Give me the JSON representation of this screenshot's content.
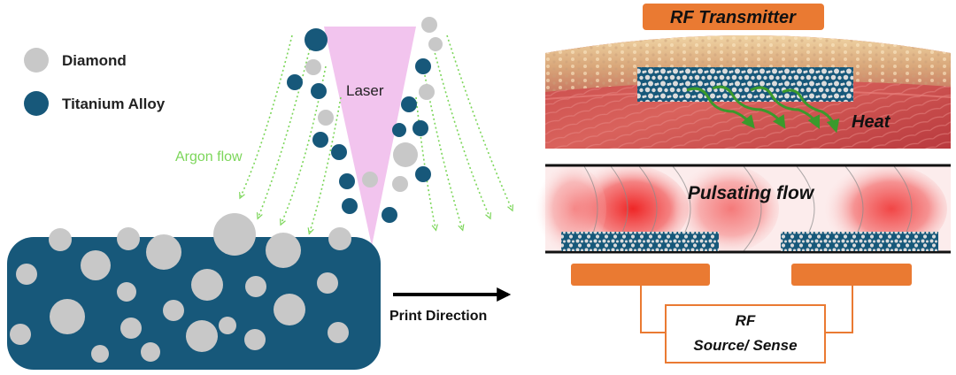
{
  "legend": {
    "items": [
      {
        "label": "Diamond",
        "color": "#c8c8c8"
      },
      {
        "label": "Titanium Alloy",
        "color": "#17587a"
      }
    ]
  },
  "process": {
    "laser_label": "Laser",
    "gas_label": "Argon flow",
    "direction_label": "Print Direction"
  },
  "implant": {
    "transmitter_label": "RF Transmitter",
    "heat_label": "Heat",
    "flow_label": "Pulsating flow",
    "source_line1": "RF",
    "source_line2": "Source/ Sense"
  },
  "colors": {
    "titanium": "#17587a",
    "diamond": "#c8c8c8",
    "laser": "#f2c4ee",
    "argon": "#7cd65a",
    "orange": "#ea7a32",
    "tissue": "#c8484a",
    "skin": "#e6c08e",
    "heat_arrow": "#3a9a2c",
    "flow_red": "#ee1c1c"
  }
}
